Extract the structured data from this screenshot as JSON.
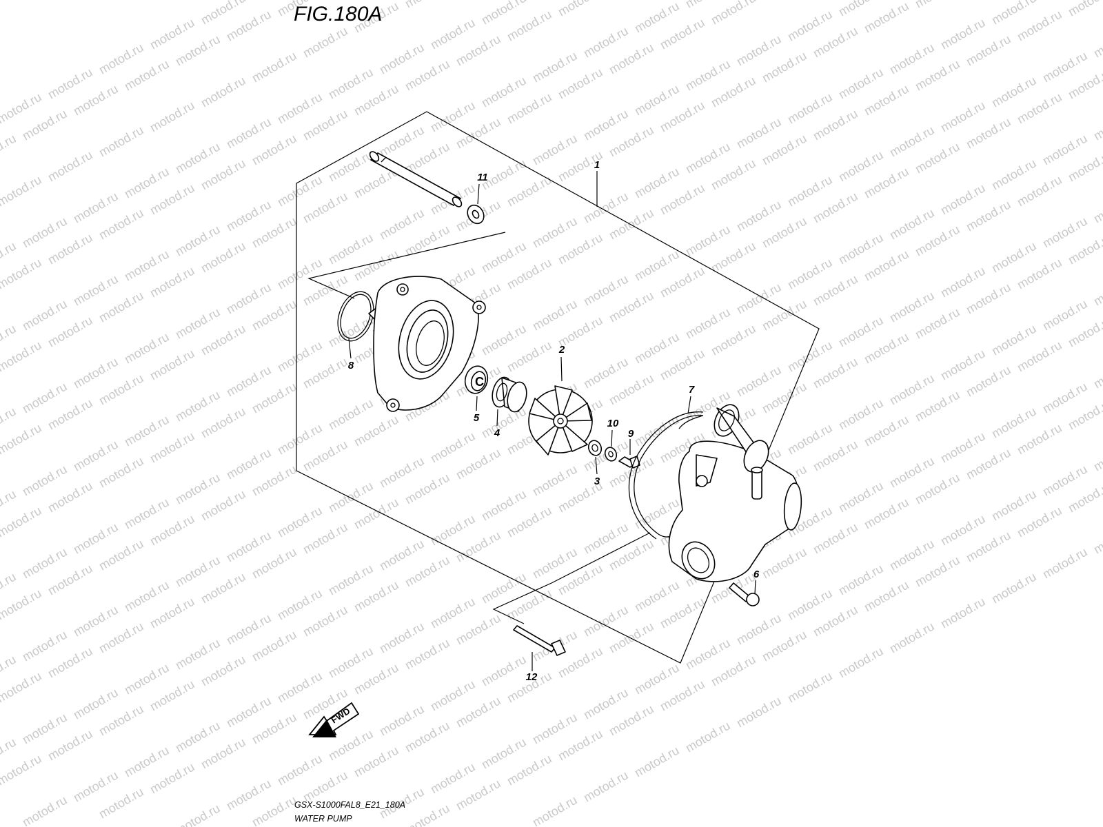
{
  "figure": {
    "title": "FIG.180A",
    "model_code": "GSX-S1000FAL8_E21_180A",
    "section_name": "WATER PUMP"
  },
  "watermark": "motod.ru",
  "direction_badge": "FWD",
  "callouts": [
    {
      "number": "1",
      "part": "water-pump-assembly"
    },
    {
      "number": "2",
      "part": "impeller"
    },
    {
      "number": "3",
      "part": "washer"
    },
    {
      "number": "4",
      "part": "mechanical-seal"
    },
    {
      "number": "5",
      "part": "oil-seal"
    },
    {
      "number": "6",
      "part": "screw"
    },
    {
      "number": "7",
      "part": "o-ring-large"
    },
    {
      "number": "8",
      "part": "o-ring"
    },
    {
      "number": "9",
      "part": "bolt"
    },
    {
      "number": "10",
      "part": "washer-small"
    },
    {
      "number": "11",
      "part": "washer-shaft"
    },
    {
      "number": "12",
      "part": "bolt-long"
    }
  ]
}
